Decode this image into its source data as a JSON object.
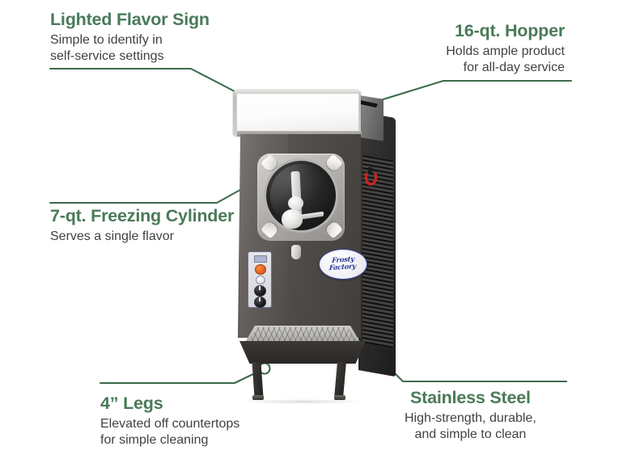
{
  "page": {
    "title": "Frozen Beverage Machine Feature Callouts",
    "background_color": "#ffffff",
    "accent_color": "#4a7a59",
    "leader_line_color": "#3d6b4c",
    "body_text_color": "#3f4244"
  },
  "callouts": [
    {
      "id": "lighted-flavor-sign",
      "title": "Lighted Flavor Sign",
      "desc_line1": "Simple to identify in",
      "desc_line2": "self-service settings",
      "align": "left"
    },
    {
      "id": "hopper",
      "title": "16-qt. Hopper",
      "desc_line1": "Holds ample product",
      "desc_line2": "for all-day service",
      "align": "right"
    },
    {
      "id": "freezing-cylinder",
      "title": "7-qt. Freezing Cylinder",
      "desc_line1": "Serves a single flavor",
      "desc_line2": "",
      "align": "left"
    },
    {
      "id": "legs",
      "title": "4” Legs",
      "desc_line1": "Elevated off countertops",
      "desc_line2": "for simple cleaning",
      "align": "left"
    },
    {
      "id": "stainless-steel",
      "title": "Stainless Steel",
      "desc_line1": "High-strength, durable,",
      "desc_line2": "and simple to clean",
      "align": "center"
    }
  ],
  "product": {
    "name": "countertop-frozen-beverage-machine",
    "badge_line1": "Frosty",
    "badge_line2": "Factory",
    "badge_border_color": "#3b46a0",
    "badge_text_color": "#2c3798",
    "cabinet_color": "#4e4a47",
    "sign_face_color": "#ffffff",
    "control_panel": {
      "power_button_color": "#d2480f",
      "secondary_button_color": "#ffffff",
      "dial_count": 2
    },
    "side_panel": {
      "vent_style": "louvered",
      "hook_color": "#cc2222"
    }
  }
}
